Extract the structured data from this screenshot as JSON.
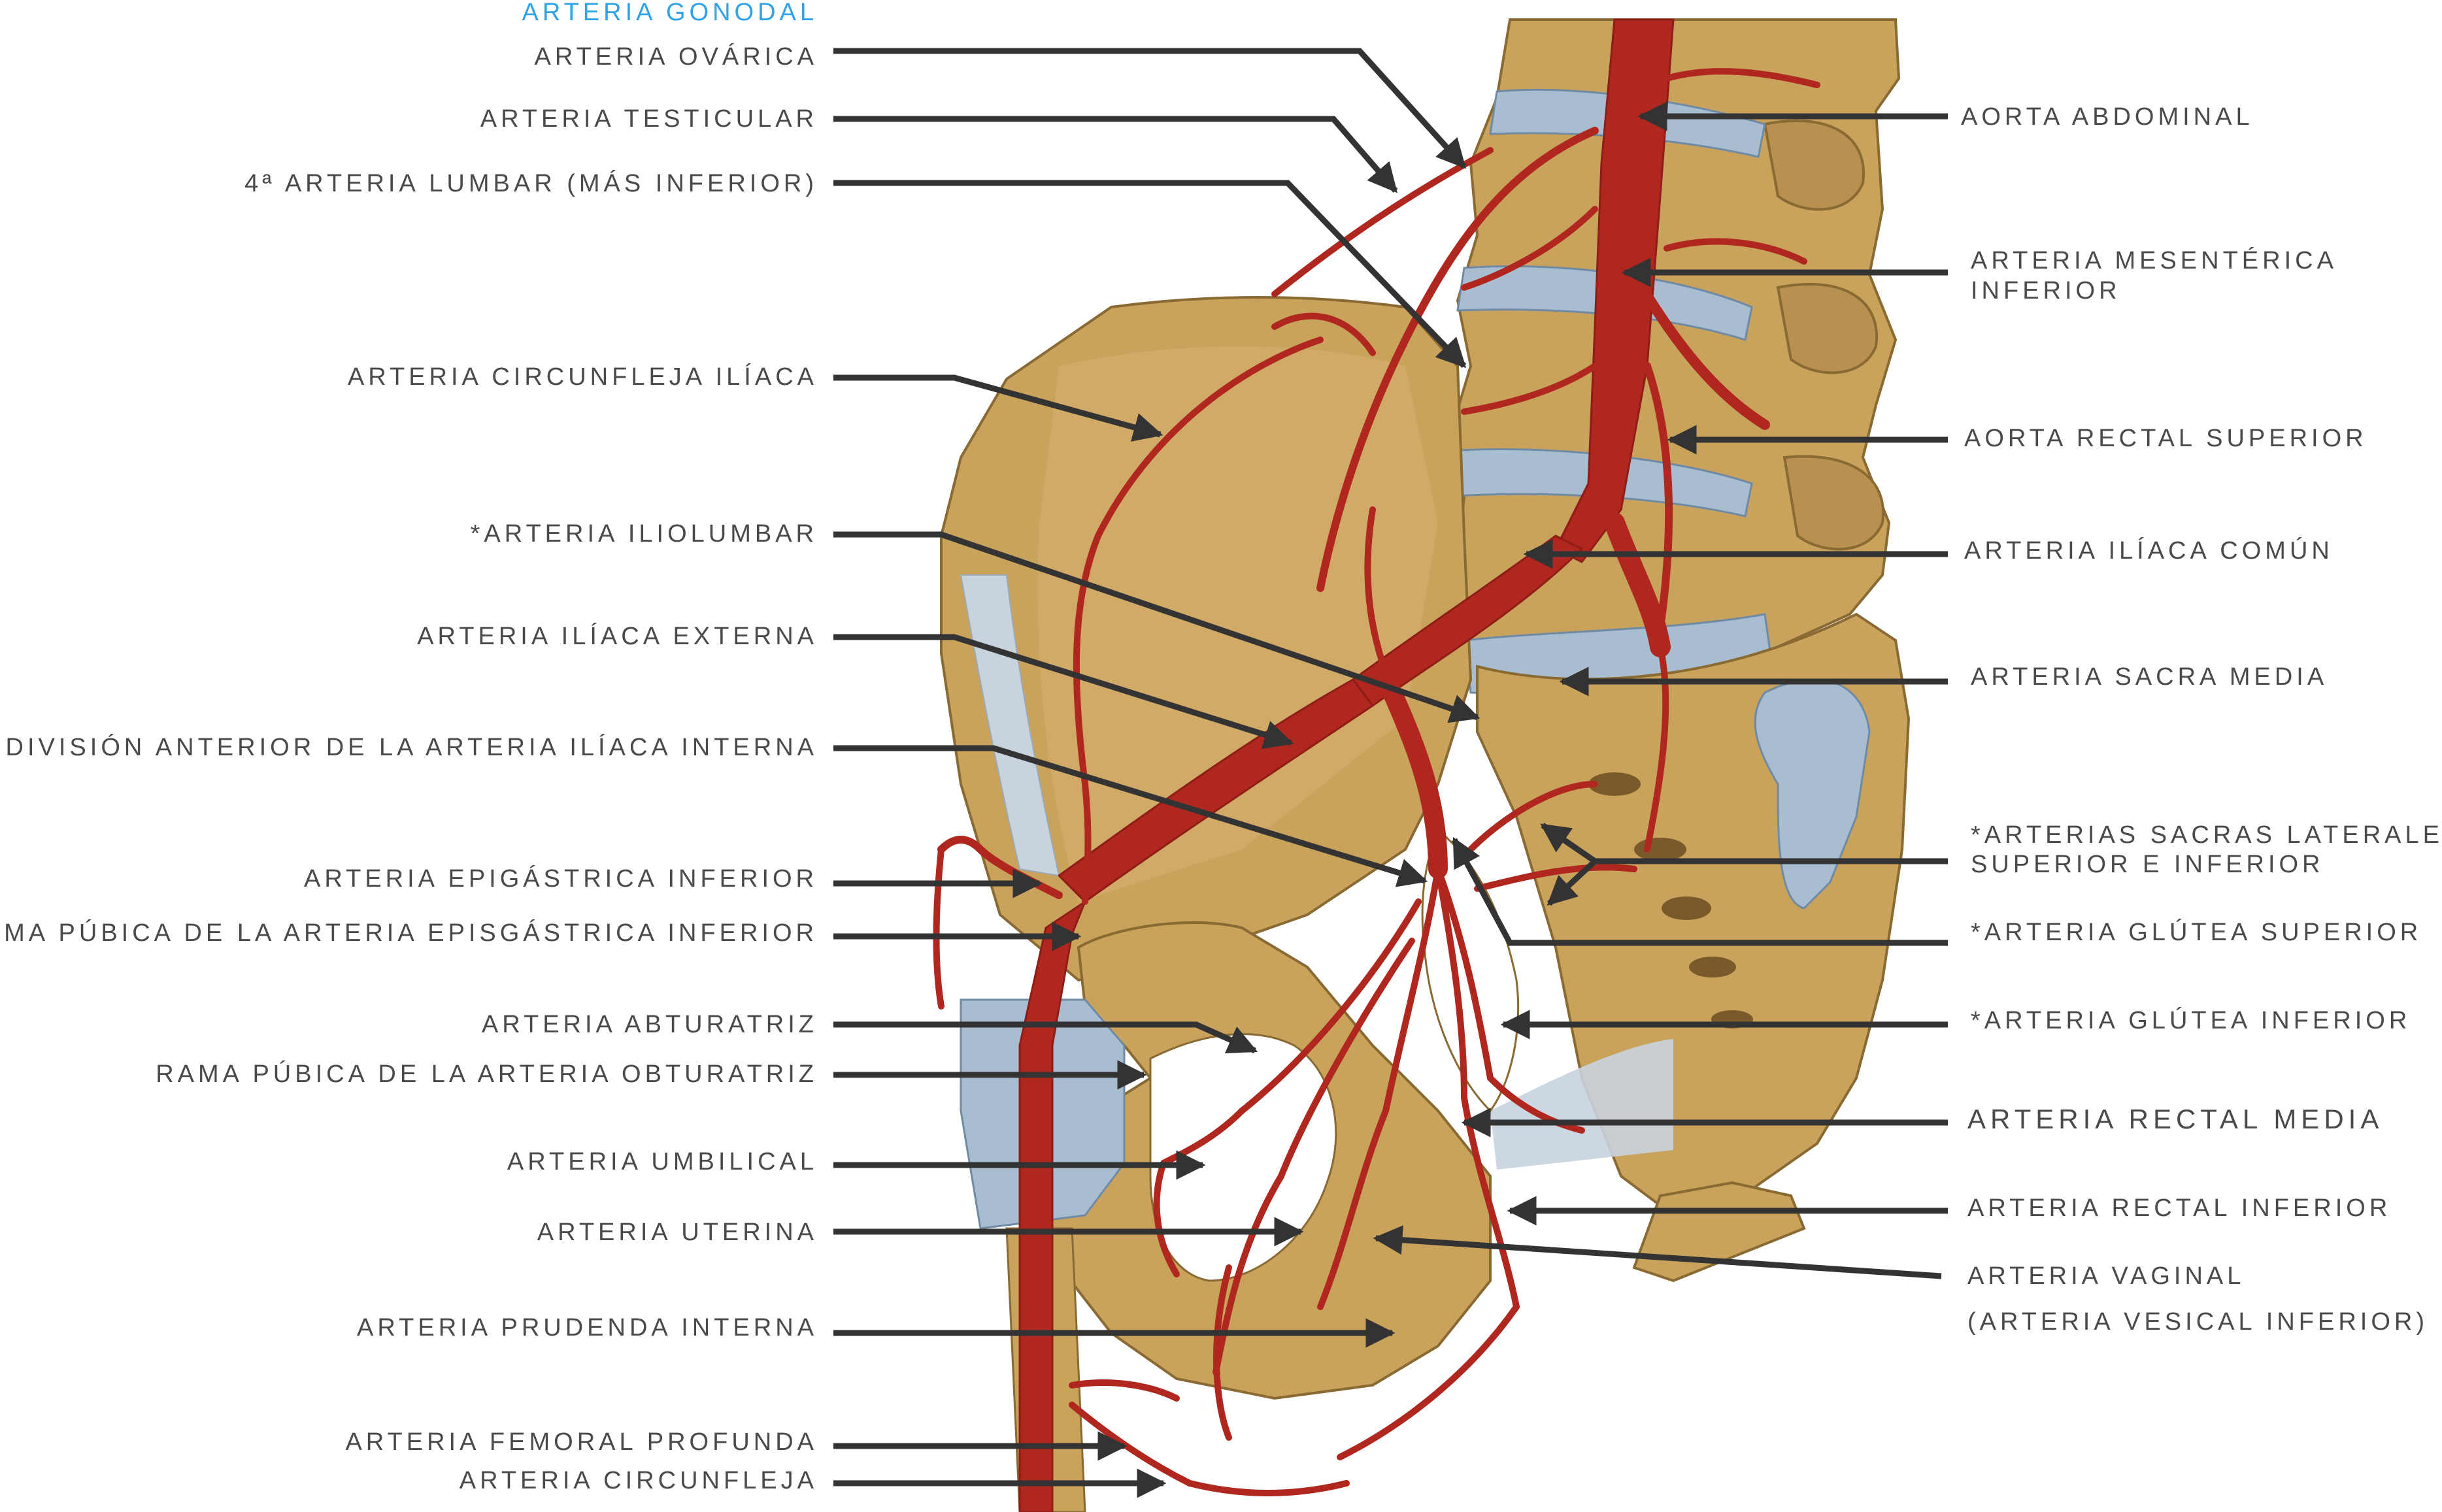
{
  "colors": {
    "bone": "#c9a25c",
    "artery": "#b0271f",
    "disc": "#a9bdd0",
    "label": "#4a4a4a",
    "accent": "#2ea3e6",
    "leader": "#333333"
  },
  "labels": {
    "gonodal": "ARTERIA  GONODAL",
    "ovarica": "ARTERIA  OVÁRICA",
    "testicular": "ARTERIA TESTICULAR",
    "lumbar4": "4ª ARTERIA LUMBAR (MÁS INFERIOR)",
    "circunflejaIliaca": "ARTERIA CIRCUNFLEJA ILÍACA",
    "iliolumbar": "*ARTERIA ILIOLUMBAR",
    "iliacaExterna": "ARTERIA ILÍACA EXTERNA",
    "divisionAnterior": "DIVISIÓN ANTERIOR  DE LA ARTERIA ILÍACA INTERNA",
    "epigastrica": "ARTERIA EPIGÁSTRICA INFERIOR",
    "ramaPubicaEpi": "RAMA PÚBICA DE LA ARTERIA EPISGÁSTRICA INFERIOR",
    "abturatriz": "ARTERIA ABTURATRIZ",
    "ramaPubicaObt": "RAMA PÚBICA DE LA ARTERIA OBTURATRIZ",
    "umbilical": "ARTERIA UMBILICAL",
    "uterina": "ARTERIA UTERINA",
    "prudenda": "ARTERIA  PRUDENDA INTERNA",
    "femoral": "ARTERIA  FEMORAL PROFUNDA",
    "circunfleja": "ARTERIA  CIRCUNFLEJA",
    "aortaAbdominal": "AORTA ABDOMINAL",
    "mesenterica1": "ARTERIA MESENTÉRICA",
    "mesenterica2": "INFERIOR",
    "rectalSuperior": "AORTA RECTAL SUPERIOR",
    "iliacaComun": "ARTERIA  ILÍACA COMÚN",
    "sacraMedia": "ARTERIA  SACRA MEDIA",
    "sacrasLaterales1": "*ARTERIAS  SACRAS LATERALES",
    "sacrasLaterales2": "SUPERIOR E INFERIOR",
    "gluteaSuperior": "*ARTERIA  GLÚTEA SUPERIOR",
    "gluteaInferior": "*ARTERIA  GLÚTEA INFERIOR",
    "rectalMedia": "ARTERIA  RECTAL MEDIA",
    "rectalInferior": "ARTERIA  RECTAL INFERIOR",
    "vaginal": "ARTERIA  VAGINAL",
    "vesical": "(ARTERIA VESICAL INFERIOR)"
  }
}
